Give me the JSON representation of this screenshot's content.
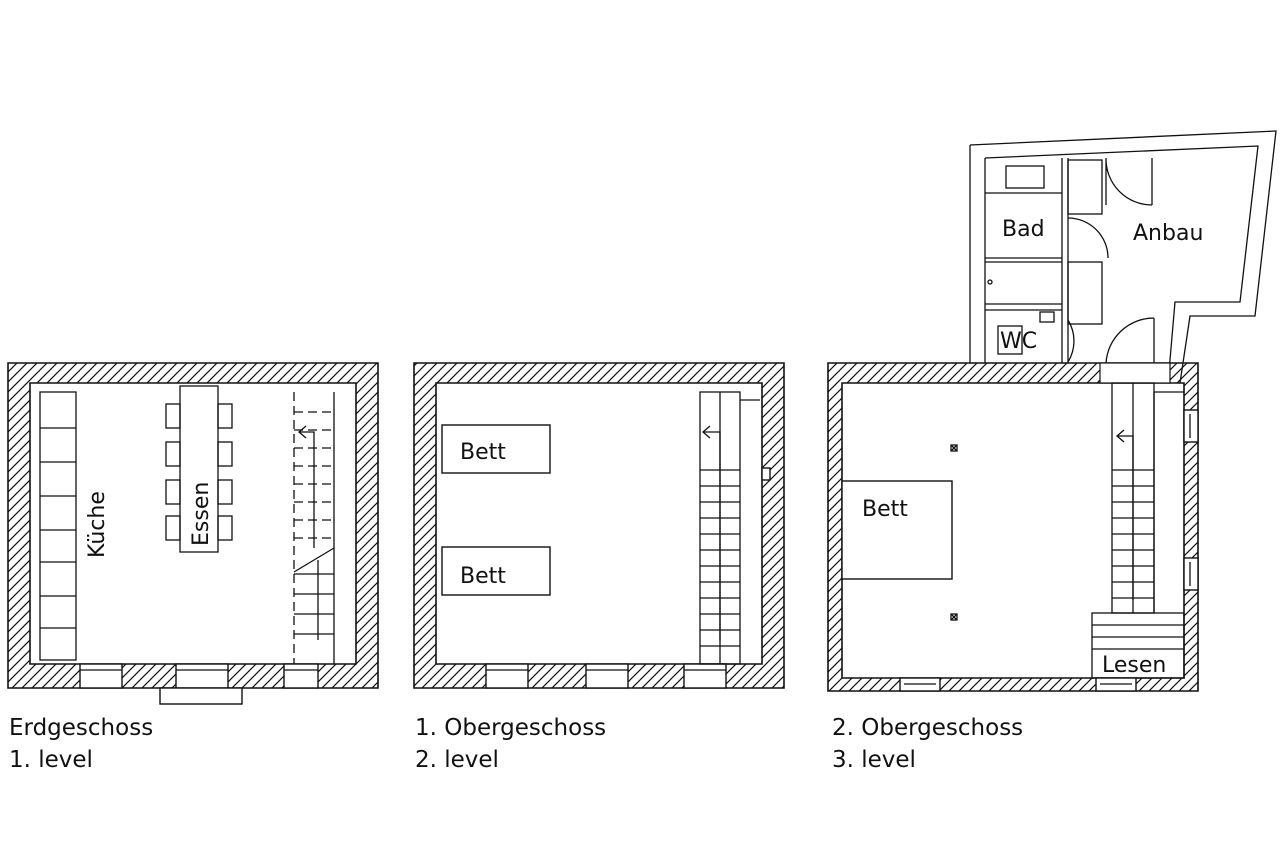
{
  "plans": [
    {
      "id": "erdgeschoss",
      "caption_de": "Erdgeschoss",
      "caption_en": "1. level",
      "rooms": {
        "kueche": "Küche",
        "essen": "Essen"
      }
    },
    {
      "id": "obergeschoss-1",
      "caption_de": "1. Obergeschoss",
      "caption_en": "2. level",
      "rooms": {
        "bett_1": "Bett",
        "bett_2": "Bett"
      }
    },
    {
      "id": "obergeschoss-2",
      "caption_de": "2. Obergeschoss",
      "caption_en": "3. level",
      "rooms": {
        "bett": "Bett",
        "lesen": "Lesen",
        "bad": "Bad",
        "anbau": "Anbau",
        "wc": "WC"
      }
    }
  ],
  "colors": {
    "line": "#111111",
    "background": "#ffffff"
  }
}
